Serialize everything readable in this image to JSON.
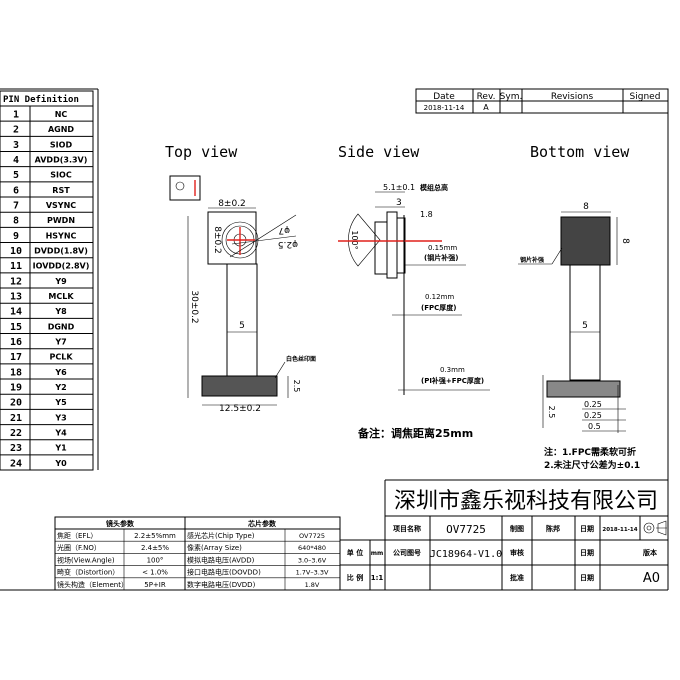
{
  "pin_table": {
    "title": "PIN Definition",
    "pins": [
      {
        "no": "1",
        "name": "NC"
      },
      {
        "no": "2",
        "name": "AGND"
      },
      {
        "no": "3",
        "name": "SIOD"
      },
      {
        "no": "4",
        "name": "AVDD(3.3V)"
      },
      {
        "no": "5",
        "name": "SIOC"
      },
      {
        "no": "6",
        "name": "RST"
      },
      {
        "no": "7",
        "name": "VSYNC"
      },
      {
        "no": "8",
        "name": "PWDN"
      },
      {
        "no": "9",
        "name": "HSYNC"
      },
      {
        "no": "10",
        "name": "DVDD(1.8V)"
      },
      {
        "no": "11",
        "name": "IOVDD(2.8V)"
      },
      {
        "no": "12",
        "name": "Y9"
      },
      {
        "no": "13",
        "name": "MCLK"
      },
      {
        "no": "14",
        "name": "Y8"
      },
      {
        "no": "15",
        "name": "DGND"
      },
      {
        "no": "16",
        "name": "Y7"
      },
      {
        "no": "17",
        "name": "PCLK"
      },
      {
        "no": "18",
        "name": "Y6"
      },
      {
        "no": "19",
        "name": "Y2"
      },
      {
        "no": "20",
        "name": "Y5"
      },
      {
        "no": "21",
        "name": "Y3"
      },
      {
        "no": "22",
        "name": "Y4"
      },
      {
        "no": "23",
        "name": "Y1"
      },
      {
        "no": "24",
        "name": "Y0"
      }
    ]
  },
  "revision_table": {
    "headers": [
      "Date",
      "Rev.",
      "Sym.",
      "Revisions",
      "Signed"
    ],
    "row": [
      "2018-11-14",
      "A",
      "",
      "",
      ""
    ]
  },
  "views": {
    "top": {
      "title": "Top view",
      "dim_width": "8±0.2",
      "dim_height": "8±0.2",
      "dim_phi7": "φ7",
      "dim_phi25": "φ2.5",
      "dim_length": "30±0.2",
      "dim_fpc_width": "5",
      "dim_connector_height": "2.5",
      "dim_connector_width": "12.5±0.2",
      "note_silkscreen": "白色丝印面"
    },
    "side": {
      "title": "Side view",
      "dim_total": "5.1±0.1",
      "label_total": "模组总高",
      "dim_3": "3",
      "dim_18": "1.8",
      "angle": "100°",
      "dim_015": "0.15mm",
      "label_015": "(钢片补强)",
      "dim_012": "0.12mm",
      "label_012": "(FPC厚度)",
      "dim_03": "0.3mm",
      "label_03": "(PI补强+FPC厚度)",
      "note": "备注：调焦距离25mm"
    },
    "bottom": {
      "title": "Bottom view",
      "dim_width": "8",
      "dim_height": "8",
      "label_stiffener": "钢片补强",
      "dim_fpc_width": "5",
      "dim_025a": "0.25",
      "dim_025b": "0.25",
      "dim_05": "0.5",
      "dim_connector": "2.5",
      "note1": "注：1.FPC需柔软可折",
      "note2": "2.未注尺寸公差为±0.1"
    }
  },
  "lens_specs": {
    "title": "镜头参数",
    "rows": [
      {
        "label": "焦距（EFL）",
        "value": "2.2±5%mm"
      },
      {
        "label": "光圈（F.NO）",
        "value": "2.4±5%"
      },
      {
        "label": "视场(View.Angle)",
        "value": "100°"
      },
      {
        "label": "畸变（Distortion）",
        "value": "< 1.0%"
      },
      {
        "label": "镜头构造（Element）",
        "value": "5P+IR"
      }
    ]
  },
  "chip_specs": {
    "title": "芯片参数",
    "rows": [
      {
        "label": "感光芯片(Chip Type)",
        "value": "OV7725"
      },
      {
        "label": "像素(Array Size)",
        "value": "640*480"
      },
      {
        "label": "模拟电路电压(AVDD)",
        "value": "3.0–3.6V"
      },
      {
        "label": "接口电路电压(DOVDD)",
        "value": "1.7V–3.3V"
      },
      {
        "label": "数字电路电压(DVDD)",
        "value": "1.8V"
      }
    ]
  },
  "title_block": {
    "company": "深圳市鑫乐视科技有限公司",
    "project_label": "项目名称",
    "project_value": "OV7725",
    "drawn_label": "制图",
    "drawn_value": "陈邦",
    "date_label": "日期",
    "date_value": "2018-11-14",
    "unit_label": "单 位",
    "unit_value": "mm",
    "drawing_no_label": "公司图号",
    "drawing_no_value": "JC18964-V1.0",
    "review_label": "审核",
    "date_label2": "日期",
    "version_label": "版本",
    "scale_label": "比 例",
    "scale_value": "1:1",
    "approve_label": "批准",
    "date_label3": "日期",
    "version_value": "A0"
  },
  "colors": {
    "line": "#000000",
    "centerline": "#e0201c"
  }
}
